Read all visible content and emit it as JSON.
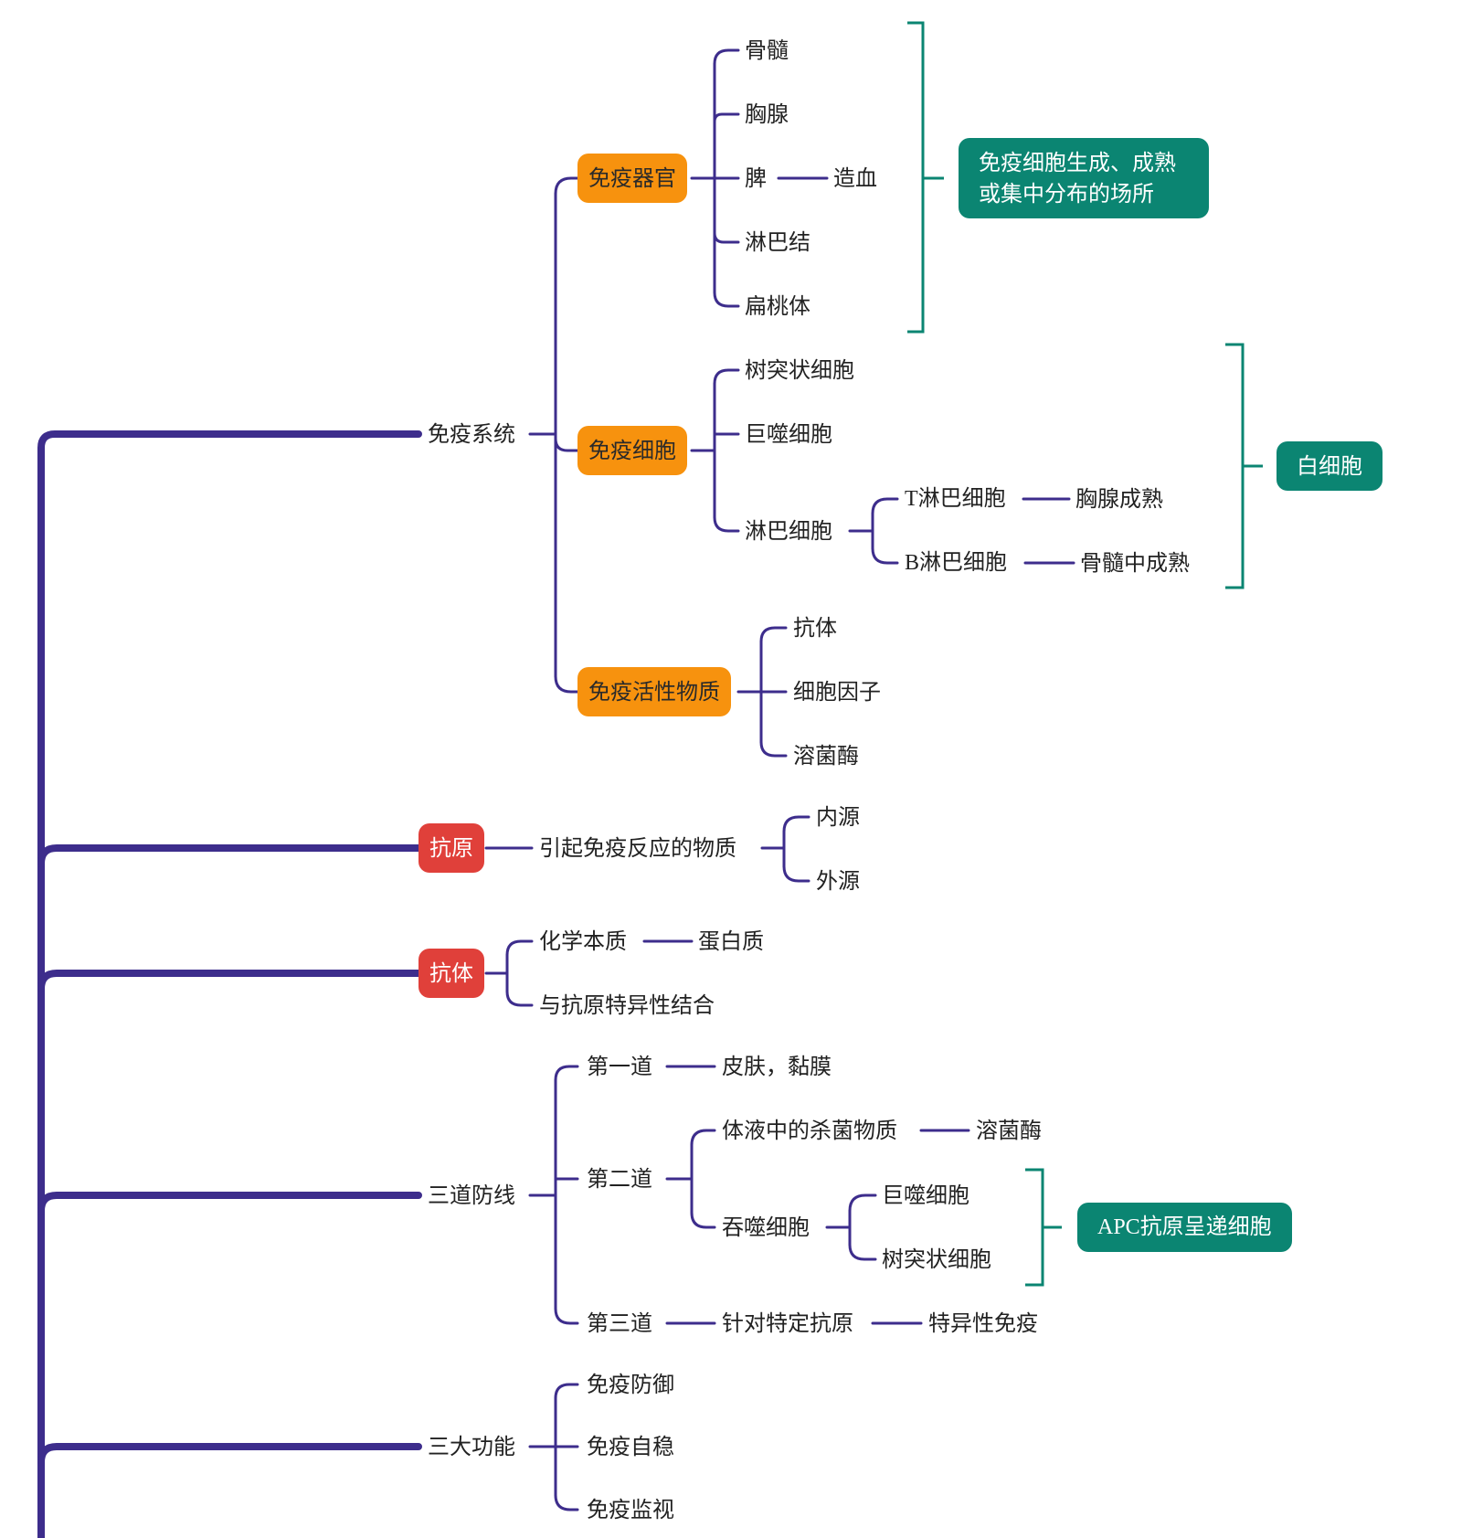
{
  "colors": {
    "line": "#3d2d8c",
    "orange": "#f7920e",
    "red": "#e0403a",
    "teal": "#0b8572"
  },
  "immune_system": {
    "label": "免疫系统",
    "organs": {
      "label": "免疫器官",
      "items": [
        "骨髓",
        "胸腺",
        "脾",
        "淋巴结",
        "扁桃体"
      ],
      "spleen_note": "造血",
      "summary": "免疫细胞生成、成熟或集中分布的场所"
    },
    "cells": {
      "label": "免疫细胞",
      "dendritic": "树突状细胞",
      "macrophage": "巨噬细胞",
      "lymphocyte": "淋巴细胞",
      "t_cell": "T淋巴细胞",
      "t_note": "胸腺成熟",
      "b_cell": "B淋巴细胞",
      "b_note": "骨髓中成熟",
      "summary": "白细胞"
    },
    "active": {
      "label": "免疫活性物质",
      "items": [
        "抗体",
        "细胞因子",
        "溶菌酶"
      ]
    }
  },
  "antigen": {
    "label": "抗原",
    "def": "引起免疫反应的物质",
    "items": [
      "内源",
      "外源"
    ]
  },
  "antibody": {
    "label": "抗体",
    "nature": "化学本质",
    "nature_value": "蛋白质",
    "binding": "与抗原特异性结合"
  },
  "defense": {
    "label": "三道防线",
    "first": "第一道",
    "first_value": "皮肤，黏膜",
    "second": "第二道",
    "fluid": "体液中的杀菌物质",
    "fluid_value": "溶菌酶",
    "phagocyte": "吞噬细胞",
    "ph_items": [
      "巨噬细胞",
      "树突状细胞"
    ],
    "apc": "APC抗原呈递细胞",
    "third": "第三道",
    "third_value": "针对特定抗原",
    "third_result": "特异性免疫"
  },
  "functions": {
    "label": "三大功能",
    "items": [
      "免疫防御",
      "免疫自稳",
      "免疫监视"
    ]
  }
}
